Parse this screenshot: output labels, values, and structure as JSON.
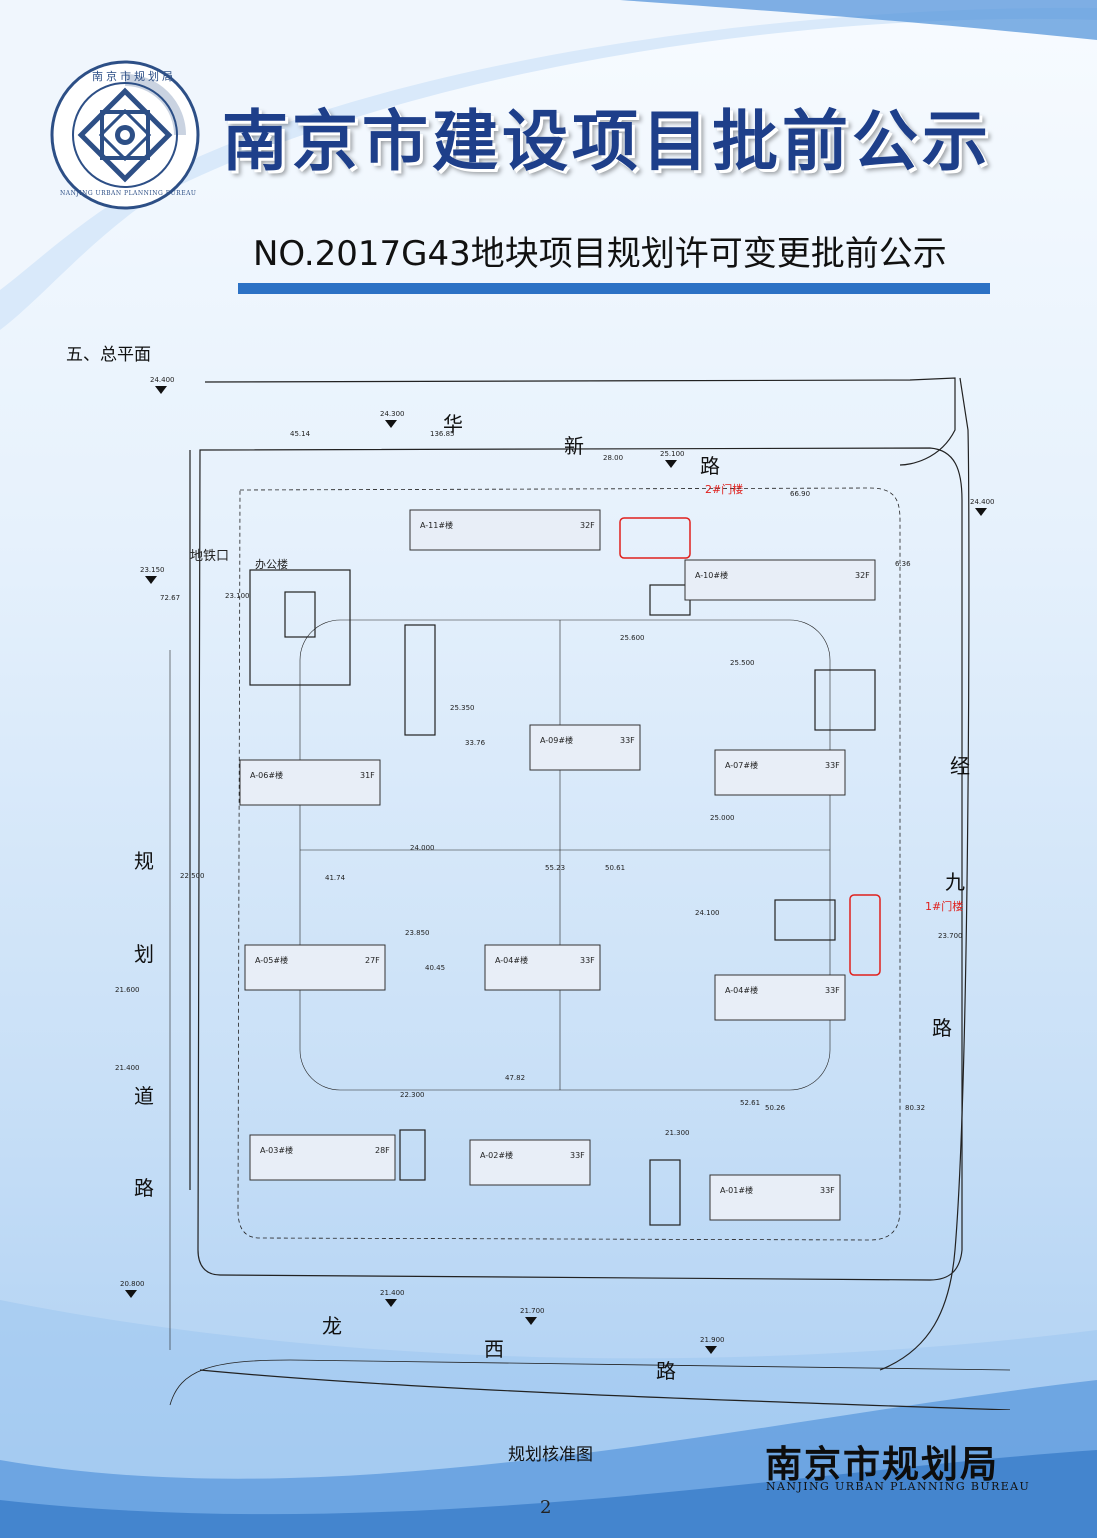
{
  "header": {
    "logo_ring_text_cn": "南京市规划局",
    "logo_ring_text_en": "NANJING URBAN PLANNING BUREAU",
    "title": "南京市建设项目批前公示",
    "subtitle": "NO.2017G43地块项目规划许可变更批前公示"
  },
  "section_label": "五、总平面",
  "plan": {
    "roads": {
      "north": [
        "华",
        "新",
        "路"
      ],
      "east": [
        "经",
        "九",
        "路"
      ],
      "west": [
        "规",
        "划",
        "道",
        "路"
      ],
      "south": [
        "龙",
        "西",
        "路"
      ]
    },
    "gate_labels": [
      "2#门楼",
      "1#门楼"
    ],
    "metro_label": "地铁口",
    "office_label": "办公楼",
    "buildings": [
      {
        "name": "A-11#楼",
        "floors": "32F"
      },
      {
        "name": "A-10#楼",
        "floors": "32F"
      },
      {
        "name": "A-09#楼",
        "floors": "33F"
      },
      {
        "name": "A-07#楼",
        "floors": "33F"
      },
      {
        "name": "A-06#楼",
        "floors": "31F"
      },
      {
        "name": "A-05#楼",
        "floors": "27F"
      },
      {
        "name": "A-04#楼",
        "floors": "33F"
      },
      {
        "name": "A-04#楼",
        "floors": "33F"
      },
      {
        "name": "A-03#楼",
        "floors": "28F"
      },
      {
        "name": "A-02#楼",
        "floors": "33F"
      },
      {
        "name": "A-01#楼",
        "floors": "33F"
      }
    ],
    "elevations": [
      "24.400",
      "24.300",
      "25.100",
      "24.400",
      "23.150",
      "23.100",
      "22.500",
      "21.600",
      "21.400",
      "20.800",
      "21.400",
      "21.700",
      "21.900",
      "23.700",
      "25.600",
      "25.500",
      "25.350",
      "24.000",
      "25.000",
      "24.100",
      "23.850",
      "22.300",
      "21.300"
    ],
    "distances": [
      "45.14",
      "136.85",
      "28.00",
      "66.90",
      "72.67",
      "40.45",
      "33.76",
      "41.74",
      "55.23",
      "50.61",
      "47.82",
      "52.61",
      "50.26",
      "80.32",
      "6.36"
    ]
  },
  "footer": {
    "caption": "规划核准图",
    "bureau_cn": "南京市规划局",
    "bureau_en": "NANJING URBAN PLANNING BUREAU",
    "page_number": "2"
  },
  "colors": {
    "title_blue": "#1e3f8a",
    "rule_blue": "#2c72c5",
    "gate_red": "#e0201c"
  }
}
